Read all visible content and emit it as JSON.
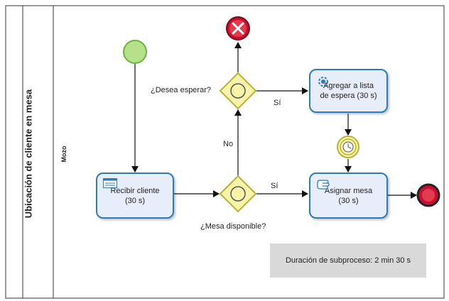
{
  "pool": {
    "title": "Ubicación de cliente en mesa",
    "lane": "Mozo"
  },
  "tasks": {
    "recibir": "Recibir cliente\n(30 s)",
    "agregar": "Agregar a lista\nde espera (30 s)",
    "asignar": "Asignar mesa\n(30 s)"
  },
  "gateways": {
    "mesa_disponible": "¿Mesa disponible?",
    "desea_esperar": "¿Desea esperar?"
  },
  "flows": {
    "si_1": "Sí",
    "si_2": "Sí",
    "no": "No"
  },
  "note": "Duración de subproceso: 2 min 30 s",
  "colors": {
    "start_fill": "#b7e08a",
    "start_stroke": "#6bb33c",
    "task_fill": "#e8eef9",
    "task_stroke": "#2c7bbd",
    "gateway_fill": "#f7f3a8",
    "gateway_stroke": "#b8b23a",
    "end_fill": "#c8102e",
    "cancel_fill": "#c8102e"
  }
}
